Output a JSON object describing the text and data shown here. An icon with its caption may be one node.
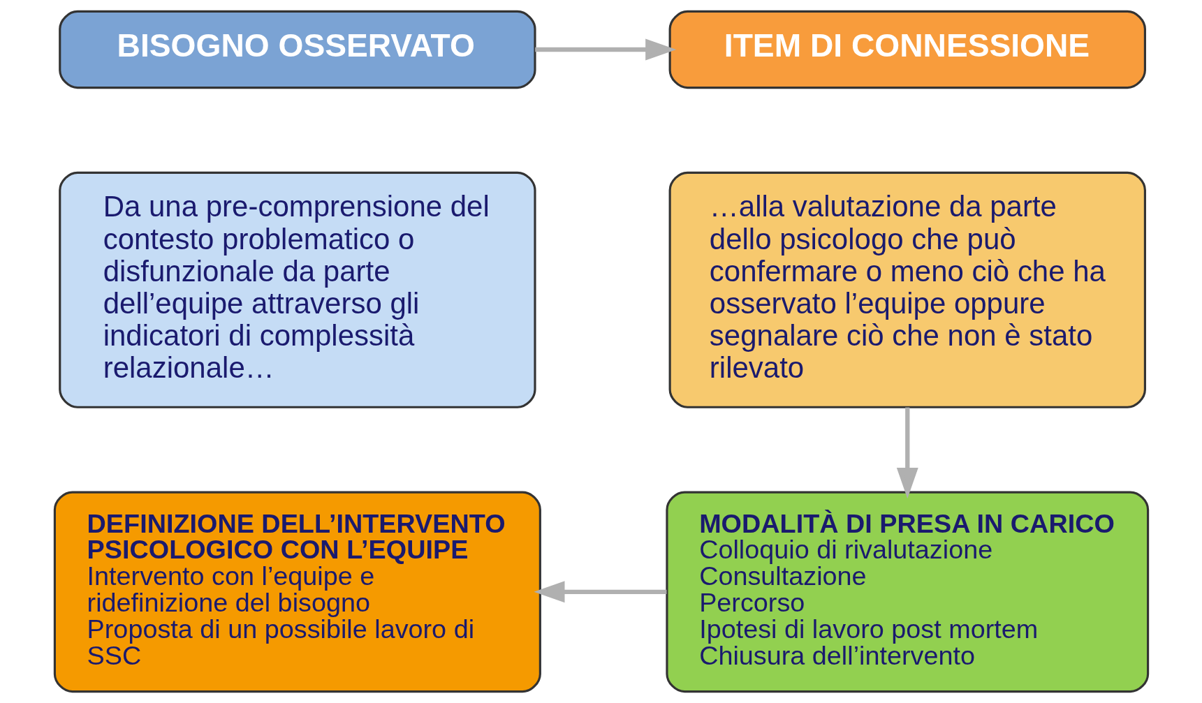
{
  "diagram": {
    "nodes": [
      {
        "text": [
          "BISOGNO OSSERVATO"
        ]
      },
      {
        "text": [
          "Da una pre-comprensione del contesto problematico o disfunzionale da parte dell’equipe attraverso gli indicatori di complessità relazionale…"
        ]
      },
      {
        "text": [
          "ITEM DI CONNESSIONE"
        ]
      },
      {
        "text": [
          "…alla valutazione da parte dello psicologo che può confermare o meno ciò che ha osservato l’equipe oppure segnalare ciò che non è stato rilevato"
        ]
      },
      {
        "text": [
          "MODALITÀ DI PRESA IN CARICO",
          "Colloquio di rivalutazione",
          "Consultazione",
          "Percorso",
          "Ipotesi di lavoro post mortem",
          "Chiusura dell’intervento"
        ]
      },
      {
        "text": [
          "DEFINIZIONE DELL’INTERVENTO PSICOLOGICO CON L’EQUIPE",
          "Intervento con l’equipe e ridefinizione del bisogno",
          "Proposta di un possibile lavoro di SSC"
        ]
      }
    ],
    "edges": [
      {
        "from": 0,
        "to": 2,
        "arrow": "to"
      },
      {
        "from": 3,
        "to": 4,
        "arrow": "to"
      },
      {
        "from": 4,
        "to": 5,
        "arrow": "to"
      }
    ]
  }
}
